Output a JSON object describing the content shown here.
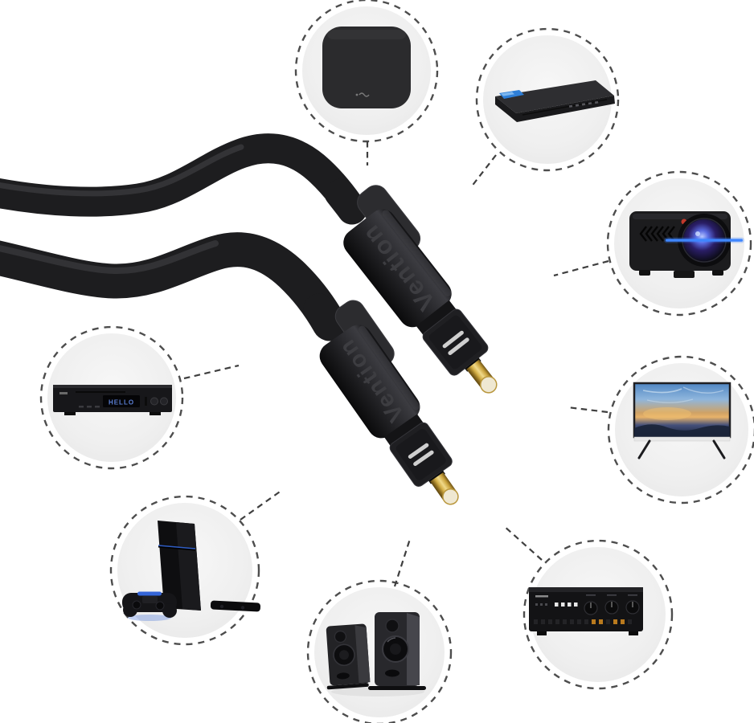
{
  "theme": {
    "background": "#ffffff",
    "cable_black": "#1d1d1f",
    "connector_gray": "#2a2a2e",
    "gold_pin": "#caa23c",
    "pin_tip_cream": "#efe8d2",
    "circle_fill": "#efefef",
    "dash_gray": "#4d4d4d",
    "flare_blue": "#3f86ff",
    "console_blue": "#3566d8",
    "display_blue": "#5b7fd4"
  },
  "product": {
    "kind": "optical-audio-cable",
    "brand_label": "Vention"
  },
  "devices": [
    {
      "name": "streaming-media-box",
      "position": "top-center"
    },
    {
      "name": "dvd-player",
      "position": "top-right"
    },
    {
      "name": "projector",
      "position": "right-upper"
    },
    {
      "name": "television",
      "position": "right-lower"
    },
    {
      "name": "stereo-amplifier",
      "position": "bottom-right"
    },
    {
      "name": "bookshelf-speakers",
      "position": "bottom-center"
    },
    {
      "name": "game-console",
      "position": "bottom-left"
    },
    {
      "name": "bluray-player",
      "position": "middle-left",
      "display_text": "HELLO"
    }
  ]
}
